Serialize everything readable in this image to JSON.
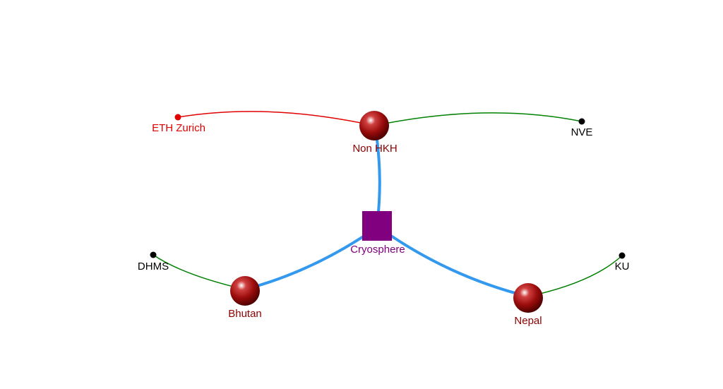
{
  "colors": {
    "thick_link": "#3399ee",
    "green_link": "#008000",
    "red_link": "#e00000",
    "center_node": "#800080",
    "region_node": "#a01010",
    "region_label": "#8b0000",
    "leaf_node": "#000000"
  },
  "nodes": {
    "center": {
      "label": "Cryosphere",
      "shape": "square"
    },
    "non_hkh": {
      "label": "Non HKH",
      "shape": "sphere"
    },
    "bhutan": {
      "label": "Bhutan",
      "shape": "sphere"
    },
    "nepal": {
      "label": "Nepal",
      "shape": "sphere"
    },
    "eth": {
      "label": "ETH Zurich",
      "shape": "dot"
    },
    "nve": {
      "label": "NVE",
      "shape": "dot"
    },
    "dhms": {
      "label": "DHMS",
      "shape": "dot"
    },
    "ku": {
      "label": "KU",
      "shape": "dot"
    }
  },
  "edges": [
    {
      "from": "center",
      "to": "non_hkh",
      "style": "thick"
    },
    {
      "from": "center",
      "to": "bhutan",
      "style": "thick"
    },
    {
      "from": "center",
      "to": "nepal",
      "style": "thick"
    },
    {
      "from": "non_hkh",
      "to": "eth",
      "style": "red"
    },
    {
      "from": "non_hkh",
      "to": "nve",
      "style": "green"
    },
    {
      "from": "bhutan",
      "to": "dhms",
      "style": "green"
    },
    {
      "from": "nepal",
      "to": "ku",
      "style": "green"
    }
  ]
}
